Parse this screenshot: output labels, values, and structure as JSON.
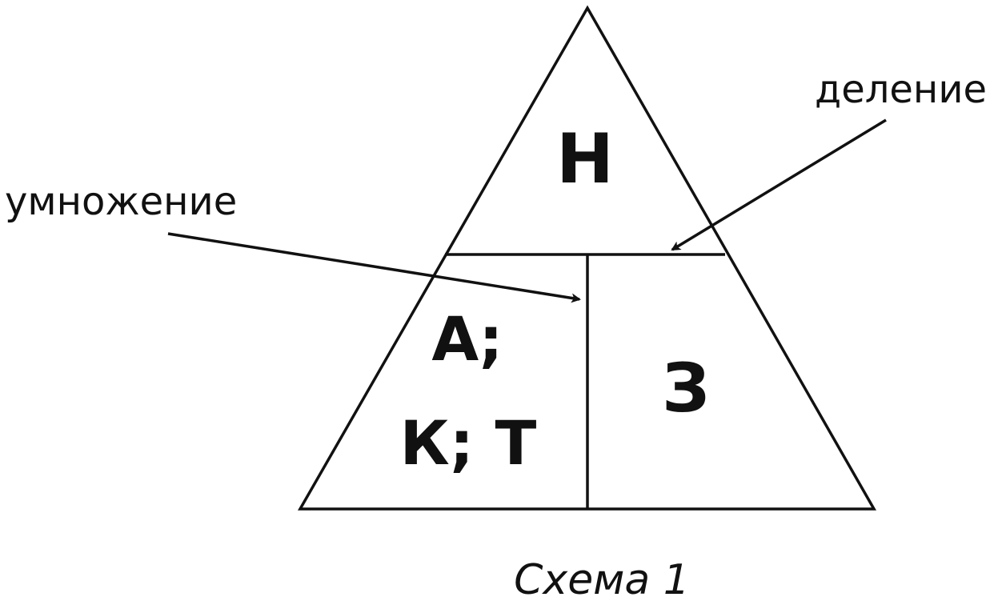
{
  "diagram": {
    "top_label": "Н",
    "left_label_line1": "А;",
    "left_label_line2": "К; Т",
    "right_label": "З",
    "arrow_multiply_label": "умножение",
    "arrow_divide_label": "деление",
    "caption": "Схема 1"
  },
  "colors": {
    "ink": "#111111",
    "background": "#ffffff"
  }
}
